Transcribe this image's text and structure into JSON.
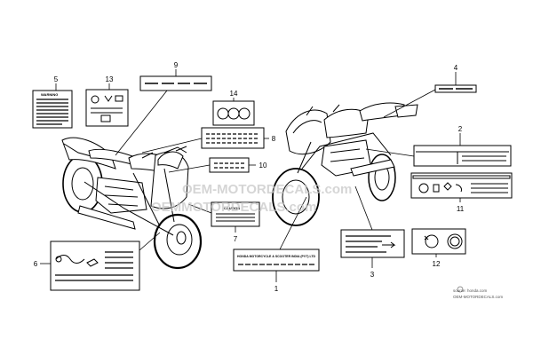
{
  "callouts": {
    "n1": "1",
    "n2": "2",
    "n3": "3",
    "n4": "4",
    "n5": "5",
    "n6": "6",
    "n7": "7",
    "n8": "8",
    "n9": "9",
    "n10": "10",
    "n11": "11",
    "n12": "12",
    "n13": "13",
    "n14": "14"
  },
  "labels": {
    "caution": "CAUTION",
    "warning": "WARNING",
    "label1": "HONDA MOTORCYCLE & SCOOTER INDIA (PVT) LTD"
  },
  "watermark": {
    "line1": "OEM-MOTORDECALS.com",
    "line2": "OEMMOTORDECALS.com"
  },
  "source": {
    "line1": "source: honda.com",
    "line2": "OEM-MOTORDECALS.com"
  },
  "colors": {
    "ink": "#000000",
    "paper": "#ffffff",
    "watermark": "#c8c8c8"
  }
}
